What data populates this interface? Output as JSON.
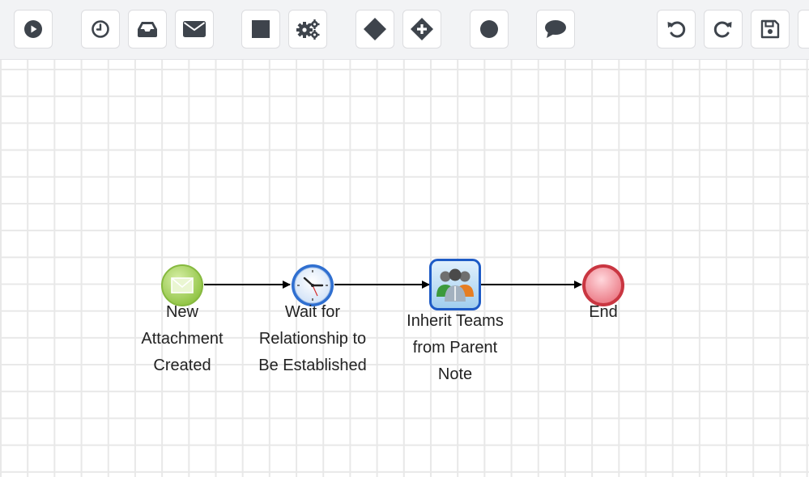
{
  "toolbar": {
    "groups": [
      [
        "start-event-button"
      ],
      [
        "timer-event-button",
        "receive-message-button",
        "send-message-button"
      ],
      [
        "task-button",
        "business-rule-button"
      ],
      [
        "exclusive-gateway-button",
        "parallel-gateway-button"
      ],
      [
        "end-event-button"
      ],
      [
        "comment-button"
      ],
      [
        "undo-button",
        "redo-button",
        "save-button"
      ]
    ],
    "icons": {
      "start": "play-circle-icon",
      "timer": "clock-icon",
      "receive": "inbox-icon",
      "send": "envelope-icon",
      "task": "square-icon",
      "rule": "gears-icon",
      "exclusive": "diamond-icon",
      "parallel": "diamond-plus-icon",
      "end": "circle-icon",
      "comment": "speech-bubble-icon",
      "undo": "undo-icon",
      "redo": "redo-icon",
      "save": "floppy-disk-icon"
    }
  },
  "diagram": {
    "nodes": [
      {
        "id": "start",
        "type": "message-start-event",
        "icon": "envelope-icon",
        "label_lines": [
          "New",
          "Attachment",
          "Created"
        ]
      },
      {
        "id": "wait",
        "type": "timer-intermediate-event",
        "icon": "clock-icon",
        "label_lines": [
          "Wait for",
          "Relationship to",
          "Be Established"
        ]
      },
      {
        "id": "task",
        "type": "action-task",
        "icon": "users-group-icon",
        "label_lines": [
          "Inherit Teams",
          "from Parent",
          "Note"
        ]
      },
      {
        "id": "end",
        "type": "end-event",
        "icon": "red-circle-icon",
        "label_lines": [
          "End"
        ]
      }
    ],
    "edges": [
      {
        "from": "start",
        "to": "wait"
      },
      {
        "from": "wait",
        "to": "task"
      },
      {
        "from": "task",
        "to": "end"
      }
    ]
  },
  "colors": {
    "toolbar_bg": "#f2f3f5",
    "icon": "#3e444c",
    "grid": "#e8e8e8",
    "start_event": "#a6cf5a",
    "end_event": "#d9454f",
    "task_border": "#1e5bc6",
    "connector": "#000000"
  }
}
